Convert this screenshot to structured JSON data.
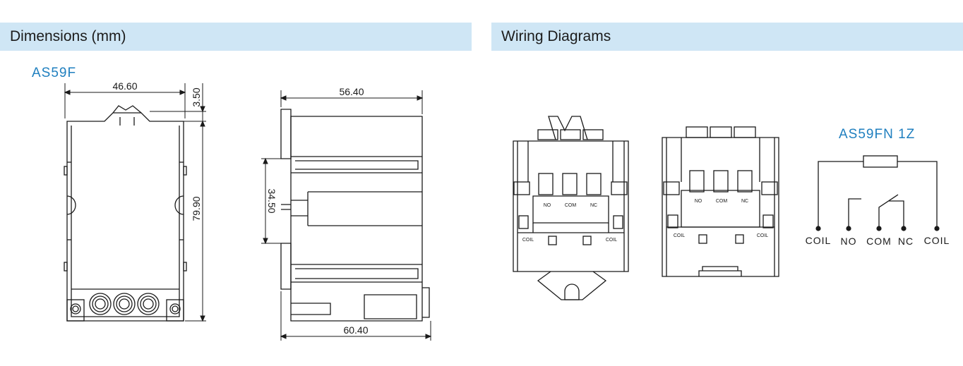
{
  "headers": {
    "dimensions": "Dimensions (mm)",
    "wiring": "Wiring Diagrams"
  },
  "model_name": "AS59F",
  "dimensions": {
    "top_width": "46.60",
    "top_offset": "3.50",
    "height": "79.90",
    "side_width": "56.40",
    "mount_span": "34.50",
    "base_width": "60.40"
  },
  "relay_labels": {
    "no": "NO",
    "com": "COM",
    "nc": "NC",
    "coil": "COIL"
  },
  "schematic": {
    "title": "AS59FN 1Z",
    "terminals": [
      "COIL",
      "NO",
      "COM",
      "NC",
      "COIL"
    ]
  },
  "colors": {
    "header_bg": "#cfe6f5",
    "accent": "#1f7fbf",
    "line": "#1a1a1a"
  }
}
